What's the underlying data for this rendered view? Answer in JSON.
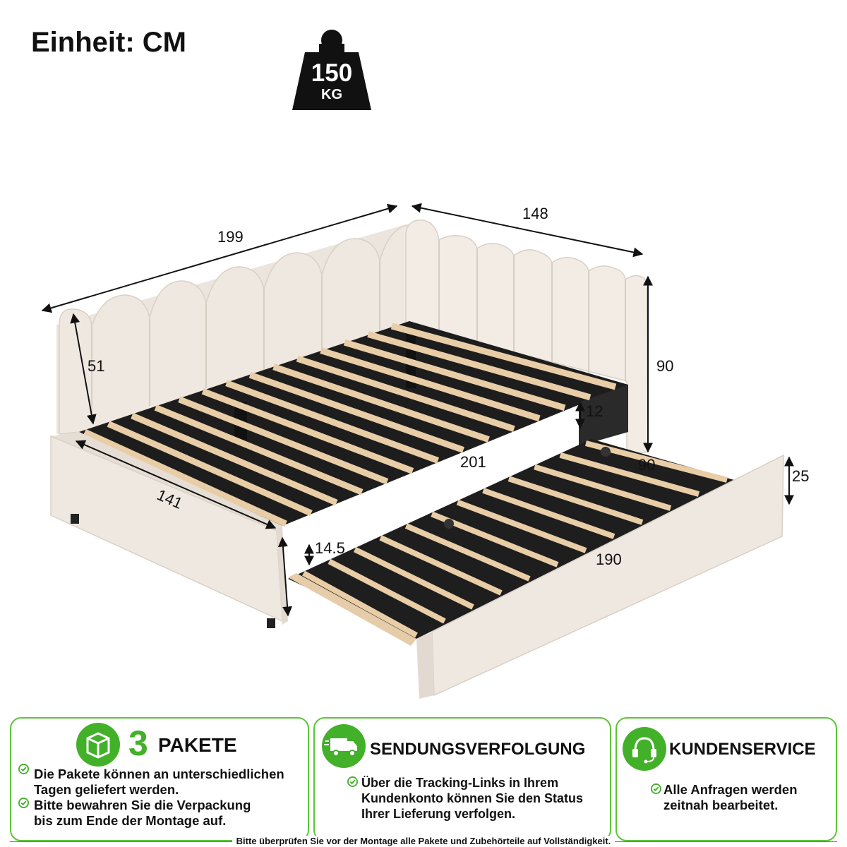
{
  "header": {
    "unit_label": "Einheit: CM",
    "weight_value": "150",
    "weight_unit": "KG"
  },
  "dimensions": {
    "long_side": "199",
    "short_side": "148",
    "headboard_height": "51",
    "total_height": "90",
    "frame_height": "12",
    "inner_length": "201",
    "inner_width": "141",
    "trundle_width": "90",
    "trundle_height": "25",
    "trundle_leg": "14.5",
    "trundle_length": "190"
  },
  "info_panels": [
    {
      "icon": "package-icon",
      "number": "3",
      "title": "PAKETE",
      "items": [
        "Die Pakete können an unterschiedlichen Tagen geliefert werden.",
        "Bitte bewahren Sie die Verpackung bis zum Ende der Montage auf."
      ]
    },
    {
      "icon": "truck-icon",
      "title": "SENDUNGSVERFOLGUNG",
      "items": [
        "Über die Tracking-Links in Ihrem Kundenkonto können Sie den Status Ihrer Lieferung verfolgen."
      ]
    },
    {
      "icon": "headset-icon",
      "title": "KUNDENSERVICE",
      "items": [
        "Alle Anfragen werden zeitnah bearbeitet."
      ]
    }
  ],
  "footer": "Bitte überprüfen Sie vor der Montage alle Pakete und Zubehörteile auf Vollständigkeit.",
  "colors": {
    "accent": "#43b02a",
    "fabric": "#f1ebe4",
    "slat": "#e8cda6",
    "frame": "#1a1a1a"
  }
}
